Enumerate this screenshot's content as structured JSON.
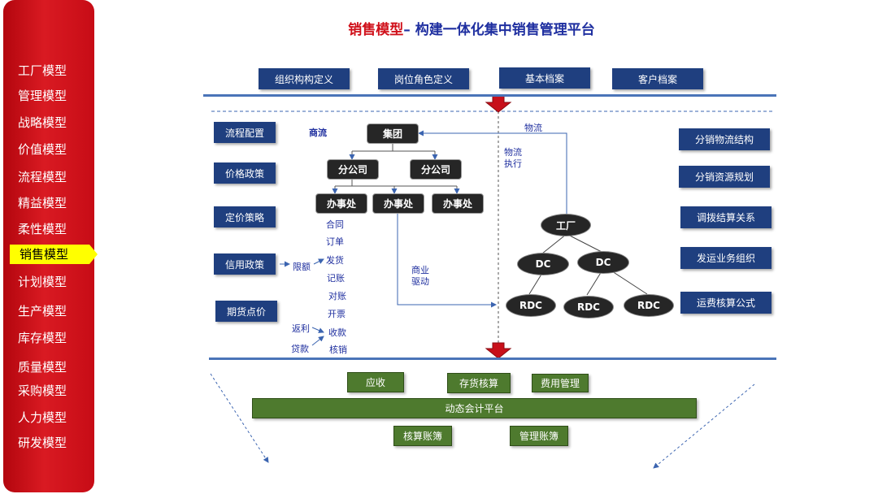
{
  "sidebar": {
    "items": [
      "工厂模型",
      "管理模型",
      "战略模型",
      "价值模型",
      "流程模型",
      "精益模型",
      "柔性模型",
      "销售模型",
      "计划模型",
      "生产模型",
      "库存模型",
      "质量模型",
      "采购模型",
      "人力模型",
      "研发模型"
    ],
    "active_index": 7
  },
  "title": {
    "red": "销售模型",
    "rest": "– 构建一体化集中销售管理平台"
  },
  "top_boxes": [
    "组织构构定义",
    "岗位角色定义",
    "基本档案",
    "客户档案"
  ],
  "left_boxes": [
    "流程配置",
    "价格政策",
    "定价策略",
    "信用政策",
    "期货点价"
  ],
  "right_boxes": [
    "分销物流结构",
    "分销资源规划",
    "调拨结算关系",
    "发运业务组织",
    "运费核算公式"
  ],
  "org": {
    "group": "集团",
    "branch1": "分公司",
    "branch2": "分公司",
    "office1": "办事处",
    "office2": "办事处",
    "office3": "办事处"
  },
  "flow_labels": {
    "shangliu": "商流",
    "wuliu": "物流",
    "wuliu_exec_1": "物流",
    "wuliu_exec_2": "执行",
    "biz_1": "商业",
    "biz_2": "驱动",
    "xiane": "限额",
    "fanli": "返利",
    "huokuan": "贷款"
  },
  "steps": [
    "合同",
    "订单",
    "发货",
    "记账",
    "对账",
    "开票",
    "收款",
    "核销"
  ],
  "logistics": {
    "factory": "工厂",
    "dc1": "DC",
    "dc2": "DC",
    "rdc1": "RDC",
    "rdc2": "RDC",
    "rdc3": "RDC"
  },
  "bottom": {
    "ar": "应收",
    "inventory": "存货核算",
    "expense": "费用管理",
    "platform": "动态会计平台",
    "accounting_book": "核算账簿",
    "mgmt_book": "管理账簿"
  }
}
